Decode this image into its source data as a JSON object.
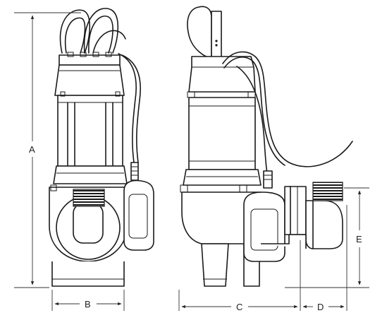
{
  "dimensions": {
    "A": "A",
    "B": "B",
    "C": "C",
    "D": "D",
    "E": "E"
  },
  "colors": {
    "line": "#1a1a1a",
    "fill": "#ffffff",
    "thread": "#3a3a3a"
  }
}
